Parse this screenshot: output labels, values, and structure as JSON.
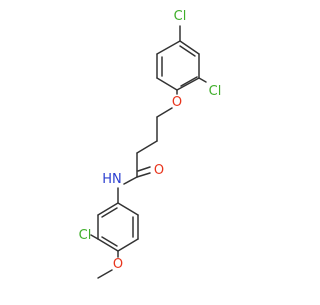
{
  "molecule": {
    "atom_labels": {
      "cl_top": "Cl",
      "cl_ring1_ortho": "Cl",
      "o_ether": "O",
      "o_carbonyl": "O",
      "nh": "NH",
      "n_symbol": "N",
      "h_symbol": "H",
      "cl_ring2": "Cl",
      "o_methoxy": "O"
    },
    "colors": {
      "bond": "#333333",
      "chlorine": "#3fae2a",
      "oxygen": "#e8341c",
      "nitrogen": "#2b3fd0"
    }
  }
}
